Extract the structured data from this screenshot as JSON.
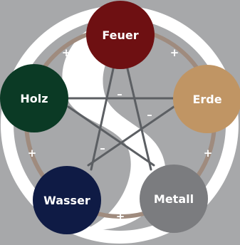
{
  "elements": [
    {
      "key": "fire",
      "label": "Feuer",
      "color": "#6e1012"
    },
    {
      "key": "earth",
      "label": "Erde",
      "color": "#c09564"
    },
    {
      "key": "metal",
      "label": "Metall",
      "color": "#7b7c7f"
    },
    {
      "key": "water",
      "label": "Wasser",
      "color": "#0f1b45"
    },
    {
      "key": "wood",
      "label": "Holz",
      "color": "#0b3a25"
    }
  ],
  "generating_cycle": {
    "sign": "+",
    "color": "#9f8b7e"
  },
  "controlling_cycle": {
    "sign": "–",
    "color": "#5c5f63"
  },
  "colors": {
    "background": "#a7a8aa",
    "swirl": "#ffffff"
  }
}
